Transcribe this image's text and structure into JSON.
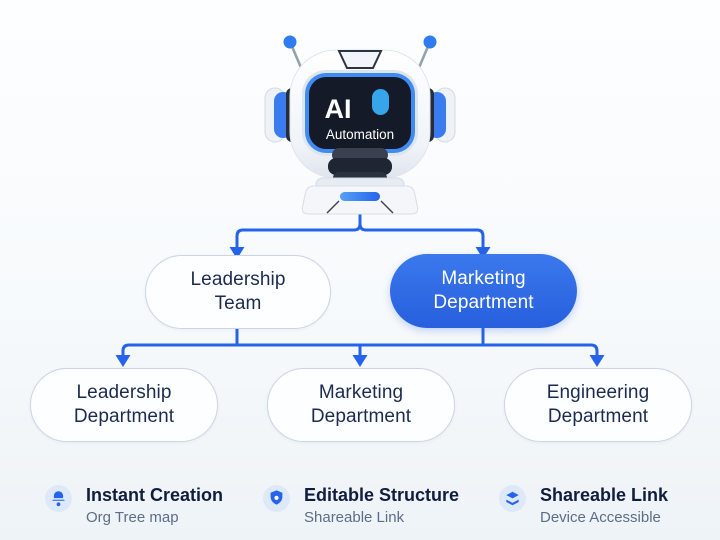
{
  "robot": {
    "screen_title": "AI",
    "screen_subtitle": "Automation"
  },
  "org_chart": {
    "level1": [
      {
        "label": "Leadership Team",
        "variant": "light"
      },
      {
        "label": "Marketing Department",
        "variant": "primary"
      }
    ],
    "level2": [
      {
        "label": "Leadership Department"
      },
      {
        "label": "Marketing Department"
      },
      {
        "label": "Engineering Department"
      }
    ]
  },
  "features": [
    {
      "icon": "bell-icon",
      "title": "Instant Creation",
      "subtitle": "Org Tree map"
    },
    {
      "icon": "shield-icon",
      "title": "Editable Structure",
      "subtitle": "Shareable Link"
    },
    {
      "icon": "layers-icon",
      "title": "Shareable Link",
      "subtitle": "Device Accessible"
    }
  ],
  "colors": {
    "accent_blue": "#2563eb",
    "primary_node_blue": "#2e6be6",
    "node_text_navy": "#1d2b50",
    "feature_title_navy": "#101d3e",
    "subtitle_gray": "#5d6c87",
    "icon_circle_bg": "#dde8f9",
    "screen_dark": "#141a28",
    "eye_cyan": "#36a5ea"
  }
}
